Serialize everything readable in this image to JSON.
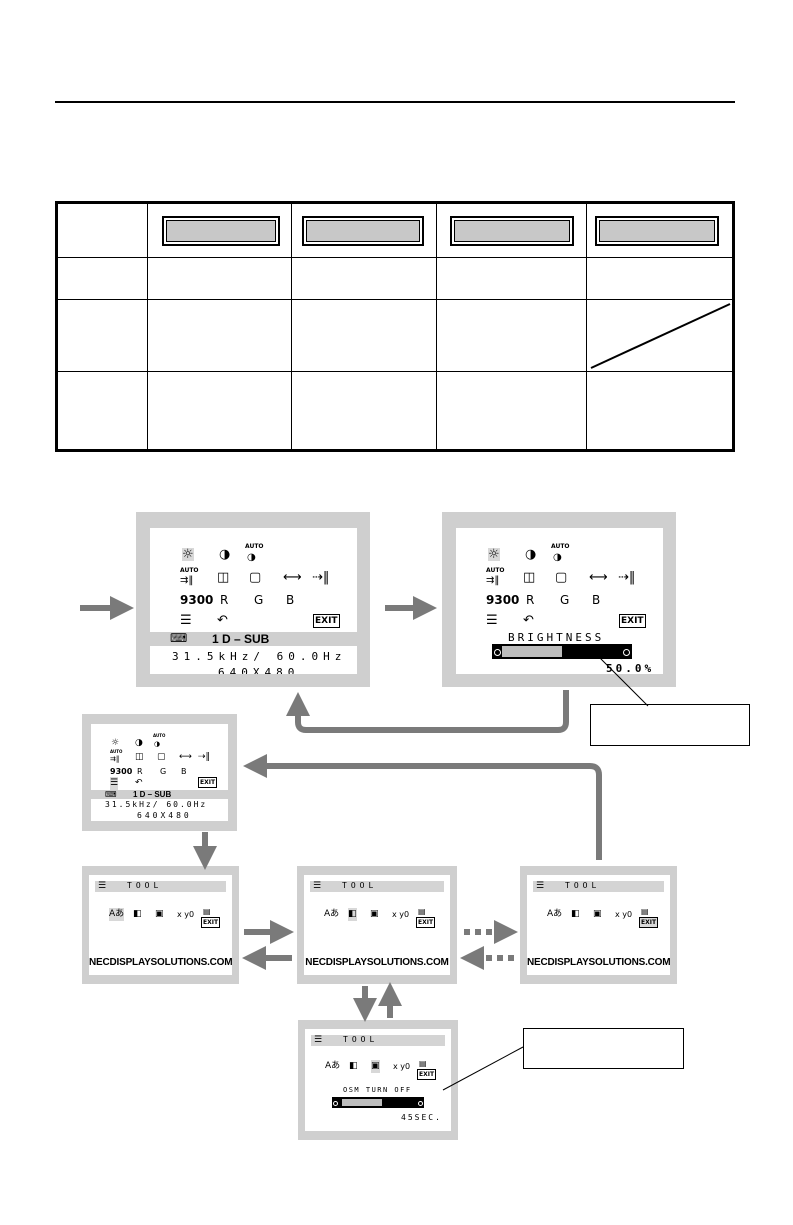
{
  "osd_main": {
    "input_label": "1  D – SUB",
    "frequency": "31.5kHz/ 60.0Hz",
    "resolution": "640X480",
    "icons": {
      "auto": "AUTO",
      "color_preset": "9300",
      "red": "R",
      "green": "G",
      "blue": "B",
      "exit": "EXIT"
    }
  },
  "osd_brightness": {
    "label": "BRIGHTNESS",
    "value": "50.0%",
    "level": 0.5
  },
  "osd_tool": {
    "title": "TOOL",
    "url": "NECDISPLAYSOLUTIONS.COM",
    "xy_label": "x y0"
  },
  "osd_turnoff": {
    "label": "OSM TURN OFF",
    "value": "45SEC.",
    "level": 0.55
  }
}
